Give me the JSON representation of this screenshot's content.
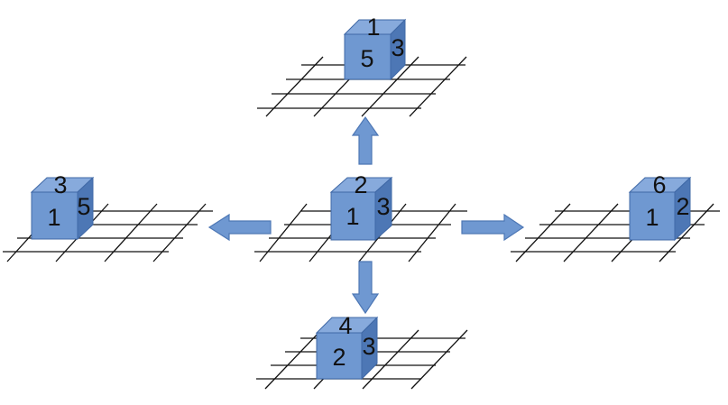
{
  "colors": {
    "cube_front": "#6f98d1",
    "cube_top": "#87aadc",
    "cube_side": "#4d77b5",
    "cube_stroke": "#3f68a6",
    "arrow_fill": "#6f98d1",
    "arrow_stroke": "#4d77b5",
    "grid_line": "#111111"
  },
  "cubes": {
    "center": {
      "top": "2",
      "front": "1",
      "side": "3"
    },
    "up": {
      "top": "1",
      "front": "5",
      "side": "3"
    },
    "left": {
      "top": "3",
      "front": "1",
      "side": "5"
    },
    "right": {
      "top": "6",
      "front": "1",
      "side": "2"
    },
    "down": {
      "top": "4",
      "front": "2",
      "side": "3"
    }
  }
}
